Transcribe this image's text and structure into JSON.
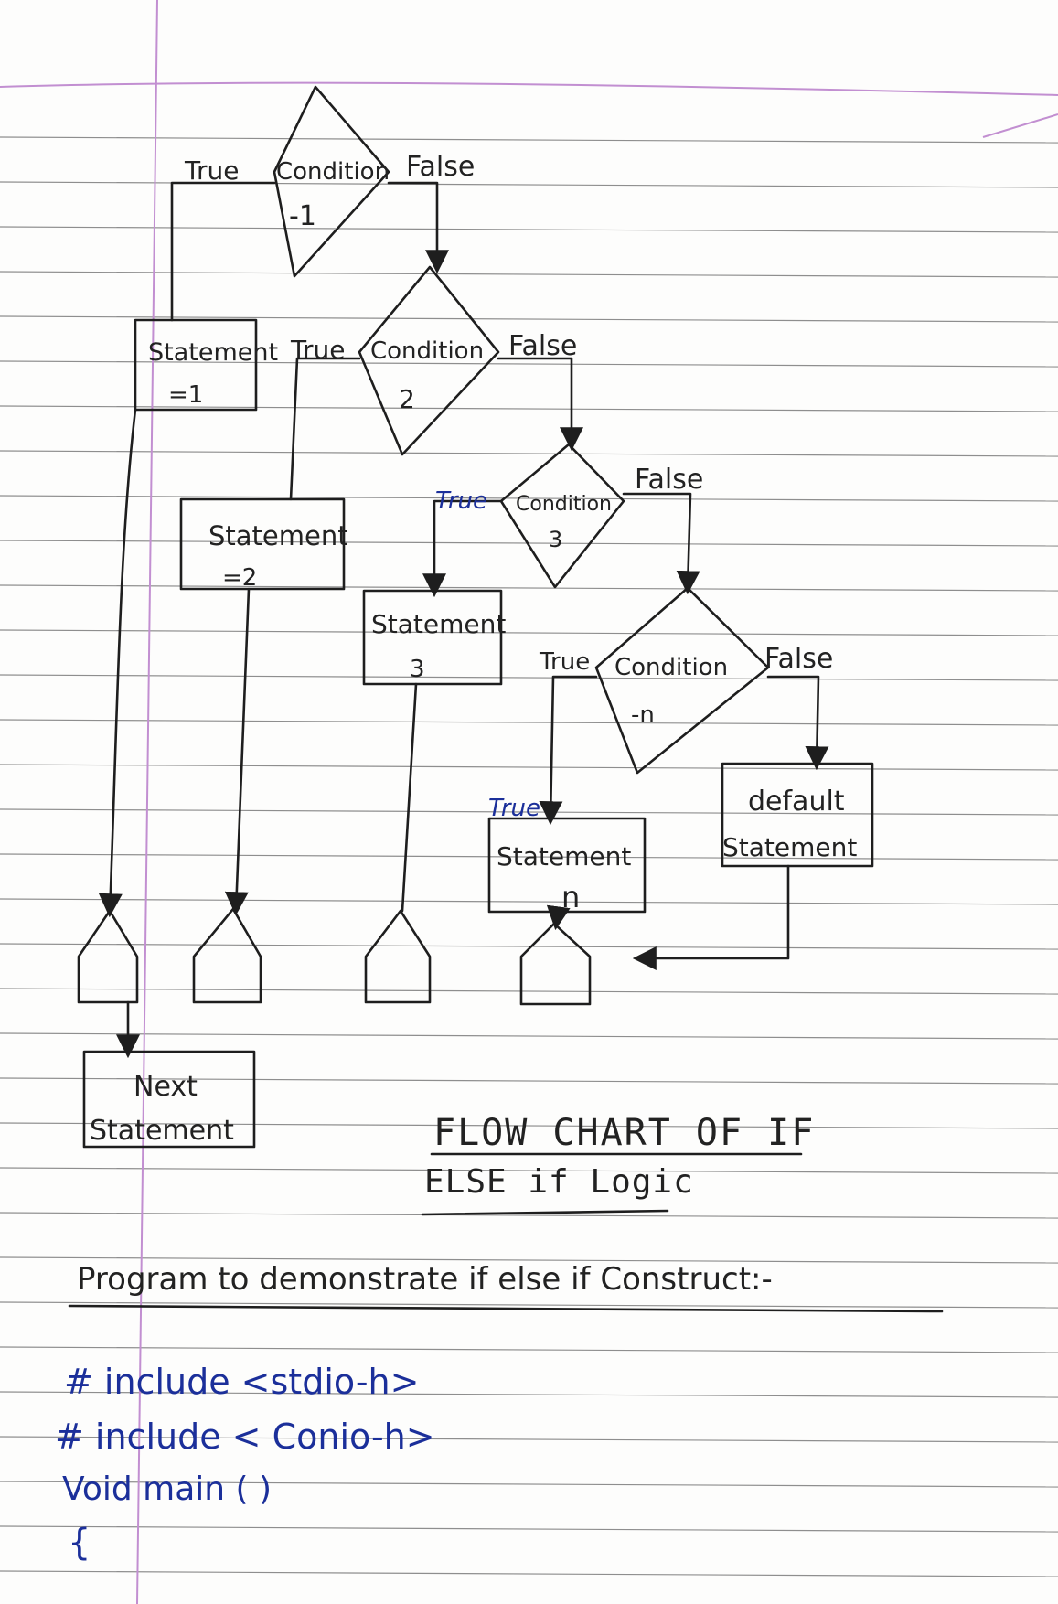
{
  "flowchart": {
    "cond1": {
      "label": "Condition",
      "sub": "-1",
      "true": "True",
      "false": "False"
    },
    "cond2": {
      "label": "Condition",
      "sub": "2",
      "true": "True",
      "false": "False"
    },
    "cond3": {
      "label": "Condition",
      "sub": "3",
      "true": "True",
      "false": "False"
    },
    "condn": {
      "label": "Condition",
      "sub": "-n",
      "true": "True",
      "false": "False",
      "true_note": "True"
    },
    "stmt1": {
      "label": "Statement",
      "sub": "=1"
    },
    "stmt2": {
      "label": "Statement",
      "sub": "=2"
    },
    "stmt3": {
      "label": "Statement",
      "sub": "3"
    },
    "stmtn": {
      "label": "Statement",
      "sub": "n"
    },
    "default": {
      "label": "default",
      "sub": "Statement"
    },
    "next": {
      "label": "Next",
      "sub": "Statement"
    }
  },
  "heading": {
    "line1": "FLOW CHART OF IF",
    "line2": "ELSE if Logic"
  },
  "program": {
    "title": "Program to demonstrate if else if Construct:-",
    "code": [
      "# include <stdio-h>",
      "# include < Conio-h>",
      "Void main ( )",
      "{"
    ]
  },
  "colors": {
    "ink": "#1e1e1e",
    "pen_blue": "#1b2f9a",
    "margin": "#c28fd1",
    "ruling": "#8e8e8e"
  }
}
